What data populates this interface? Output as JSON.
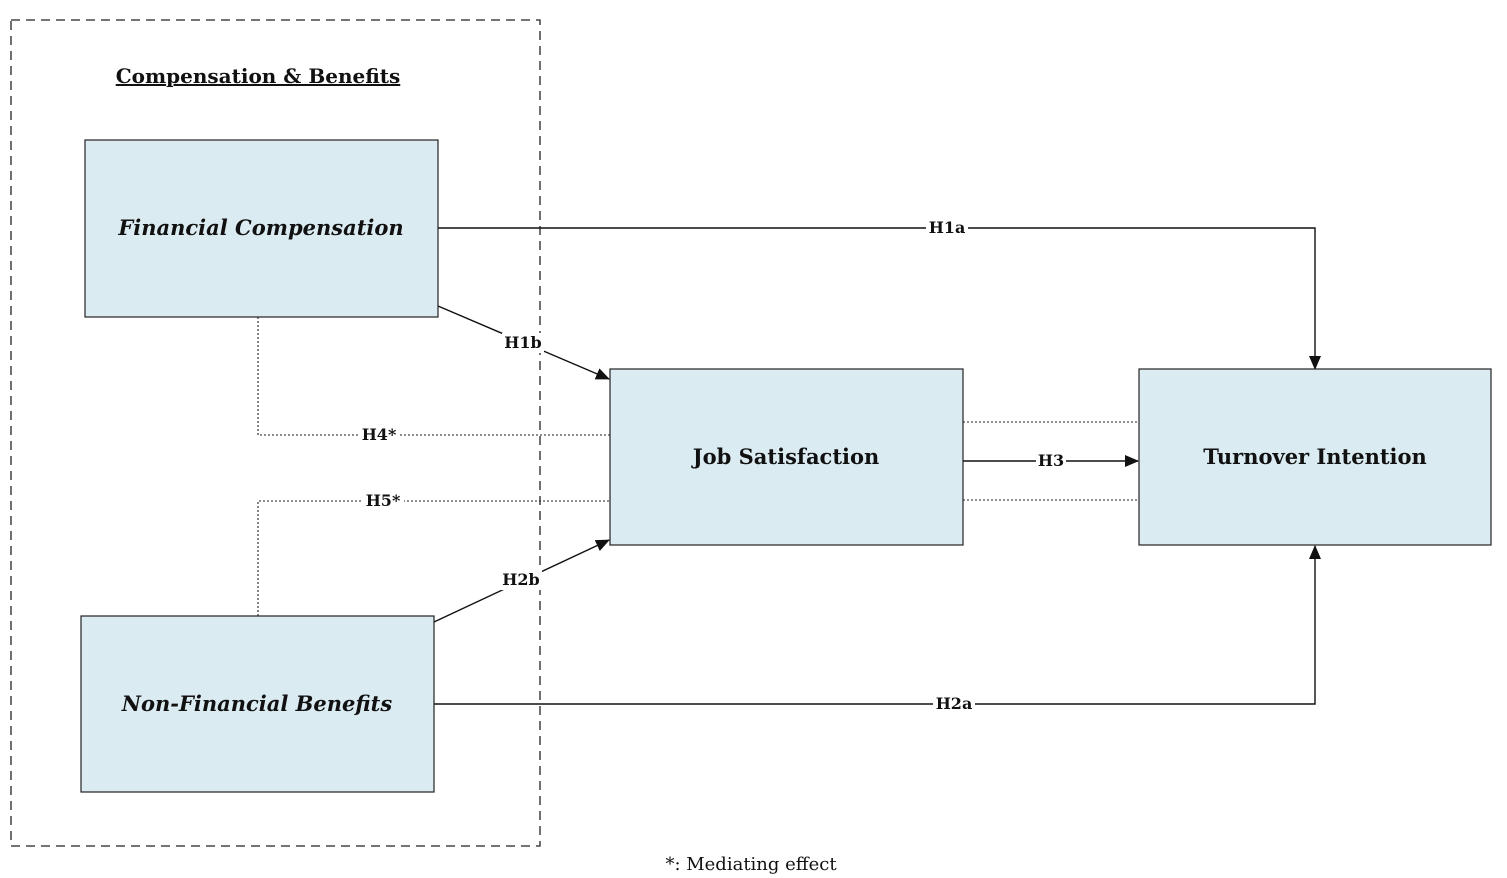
{
  "group": {
    "title": "Compensation & Benefits"
  },
  "nodes": {
    "financial_compensation": "Financial Compensation",
    "non_financial_benefits": "Non-Financial Benefits",
    "job_satisfaction": "Job Satisfaction",
    "turnover_intention": "Turnover Intention"
  },
  "edges": {
    "h1a": "H1a",
    "h1b": "H1b",
    "h2a": "H2a",
    "h2b": "H2b",
    "h3": "H3",
    "h4": "H4*",
    "h5": "H5*"
  },
  "footnote": "*: Mediating effect",
  "colors": {
    "box_fill": "#dbebf2",
    "stroke": "#111111"
  }
}
